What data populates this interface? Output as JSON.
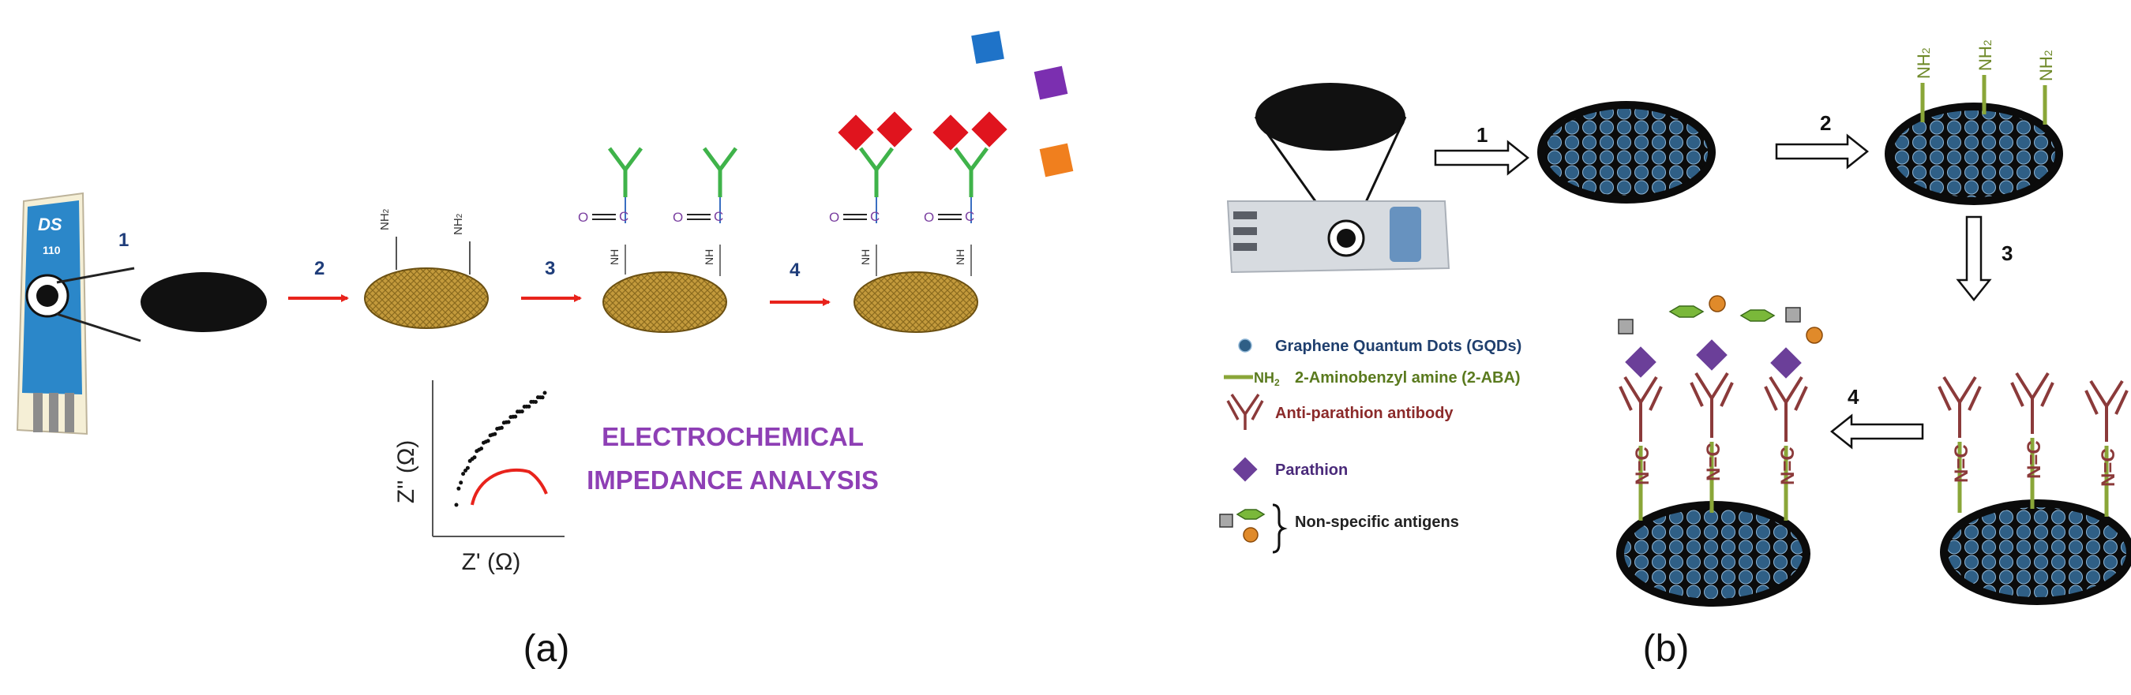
{
  "panel_a": {
    "caption": "(a)",
    "steps": [
      "1",
      "2",
      "3",
      "4"
    ],
    "electrode": {
      "brand": "DS",
      "model": "110"
    },
    "amine_label": "NH",
    "amine_sub": "2",
    "nh_label": "NH",
    "carbonyl_o": "O",
    "carbonyl_c": "C",
    "eis_title_line1": "ELECTROCHEMICAL",
    "eis_title_line2": "IMPEDANCE ANALYSIS",
    "nyquist_ylabel": "Z'' (Ω)",
    "nyquist_xlabel": "Z' (Ω)",
    "colors": {
      "arrow": "#e8231c",
      "step_number": "#1f3d7a",
      "antibody": "#3fb34a",
      "antigen": "#e0141e",
      "carbonyl": "#7a3fa0",
      "eis_text": "#8e3fb5",
      "electrode_disc": "#c39a3c",
      "sensor_blue": "#2b87c9"
    },
    "interferents": [
      "blue-square",
      "purple-square",
      "orange-square"
    ]
  },
  "panel_b": {
    "caption": "(b)",
    "steps": [
      "1",
      "2",
      "3",
      "4"
    ],
    "amine_label": "NH",
    "amine_sub": "2",
    "imine_label": "N=C",
    "legend": [
      {
        "icon": "gqd-dot-icon",
        "text": "Graphene Quantum Dots (GQDs)"
      },
      {
        "icon": "aba-linker-icon",
        "prefix": "NH",
        "prefix_sub": "2",
        "text": "2-Aminobenzyl amine (2-ABA)"
      },
      {
        "icon": "antibody-icon",
        "text": "Anti-parathion antibody"
      },
      {
        "icon": "parathion-icon",
        "text": "Parathion"
      },
      {
        "icon": "nonspecific-antigens-icon",
        "text": "Non-specific antigens"
      }
    ],
    "colors": {
      "gqd": "#2f5f86",
      "gqd_edge": "#8fb6d6",
      "linker": "#8aa638",
      "antibody": "#8b3a3a",
      "parathion": "#6b3f99",
      "imine": "#8b3a3a",
      "legend_gqd": "#1f3f6e",
      "legend_aba": "#5a7a1e",
      "legend_ab": "#8b2a2a",
      "legend_par": "#4a2a7a",
      "legend_ns": "#222222"
    }
  }
}
